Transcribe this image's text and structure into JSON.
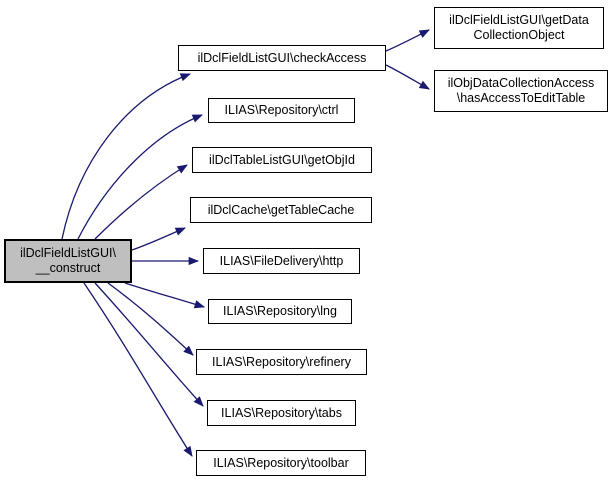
{
  "diagram": {
    "type": "call-graph",
    "colors": {
      "edge": "#191970",
      "node_border": "#000000",
      "node_fill": "#ffffff",
      "focus_fill": "#bfbfbf",
      "background": "#ffffff"
    },
    "nodes": {
      "construct": {
        "lines": [
          "ilDclFieldListGUI\\",
          "__construct"
        ]
      },
      "checkAccess": {
        "lines": [
          "ilDclFieldListGUI\\checkAccess"
        ]
      },
      "ctrl": {
        "lines": [
          "ILIAS\\Repository\\ctrl"
        ]
      },
      "getObjId": {
        "lines": [
          "ilDclTableListGUI\\getObjId"
        ]
      },
      "getTableCache": {
        "lines": [
          "ilDclCache\\getTableCache"
        ]
      },
      "http": {
        "lines": [
          "ILIAS\\FileDelivery\\http"
        ]
      },
      "lng": {
        "lines": [
          "ILIAS\\Repository\\lng"
        ]
      },
      "refinery": {
        "lines": [
          "ILIAS\\Repository\\refinery"
        ]
      },
      "tabs": {
        "lines": [
          "ILIAS\\Repository\\tabs"
        ]
      },
      "toolbar": {
        "lines": [
          "ILIAS\\Repository\\toolbar"
        ]
      },
      "getDataCollectionObject": {
        "lines": [
          "ilDclFieldListGUI\\getData",
          "CollectionObject"
        ]
      },
      "hasAccessToEditTable": {
        "lines": [
          "ilObjDataCollectionAccess",
          "\\hasAccessToEditTable"
        ]
      }
    },
    "edges": [
      {
        "from": "construct",
        "to": "checkAccess"
      },
      {
        "from": "construct",
        "to": "ctrl"
      },
      {
        "from": "construct",
        "to": "getObjId"
      },
      {
        "from": "construct",
        "to": "getTableCache"
      },
      {
        "from": "construct",
        "to": "http"
      },
      {
        "from": "construct",
        "to": "lng"
      },
      {
        "from": "construct",
        "to": "refinery"
      },
      {
        "from": "construct",
        "to": "tabs"
      },
      {
        "from": "construct",
        "to": "toolbar"
      },
      {
        "from": "checkAccess",
        "to": "getDataCollectionObject"
      },
      {
        "from": "checkAccess",
        "to": "hasAccessToEditTable"
      }
    ]
  }
}
